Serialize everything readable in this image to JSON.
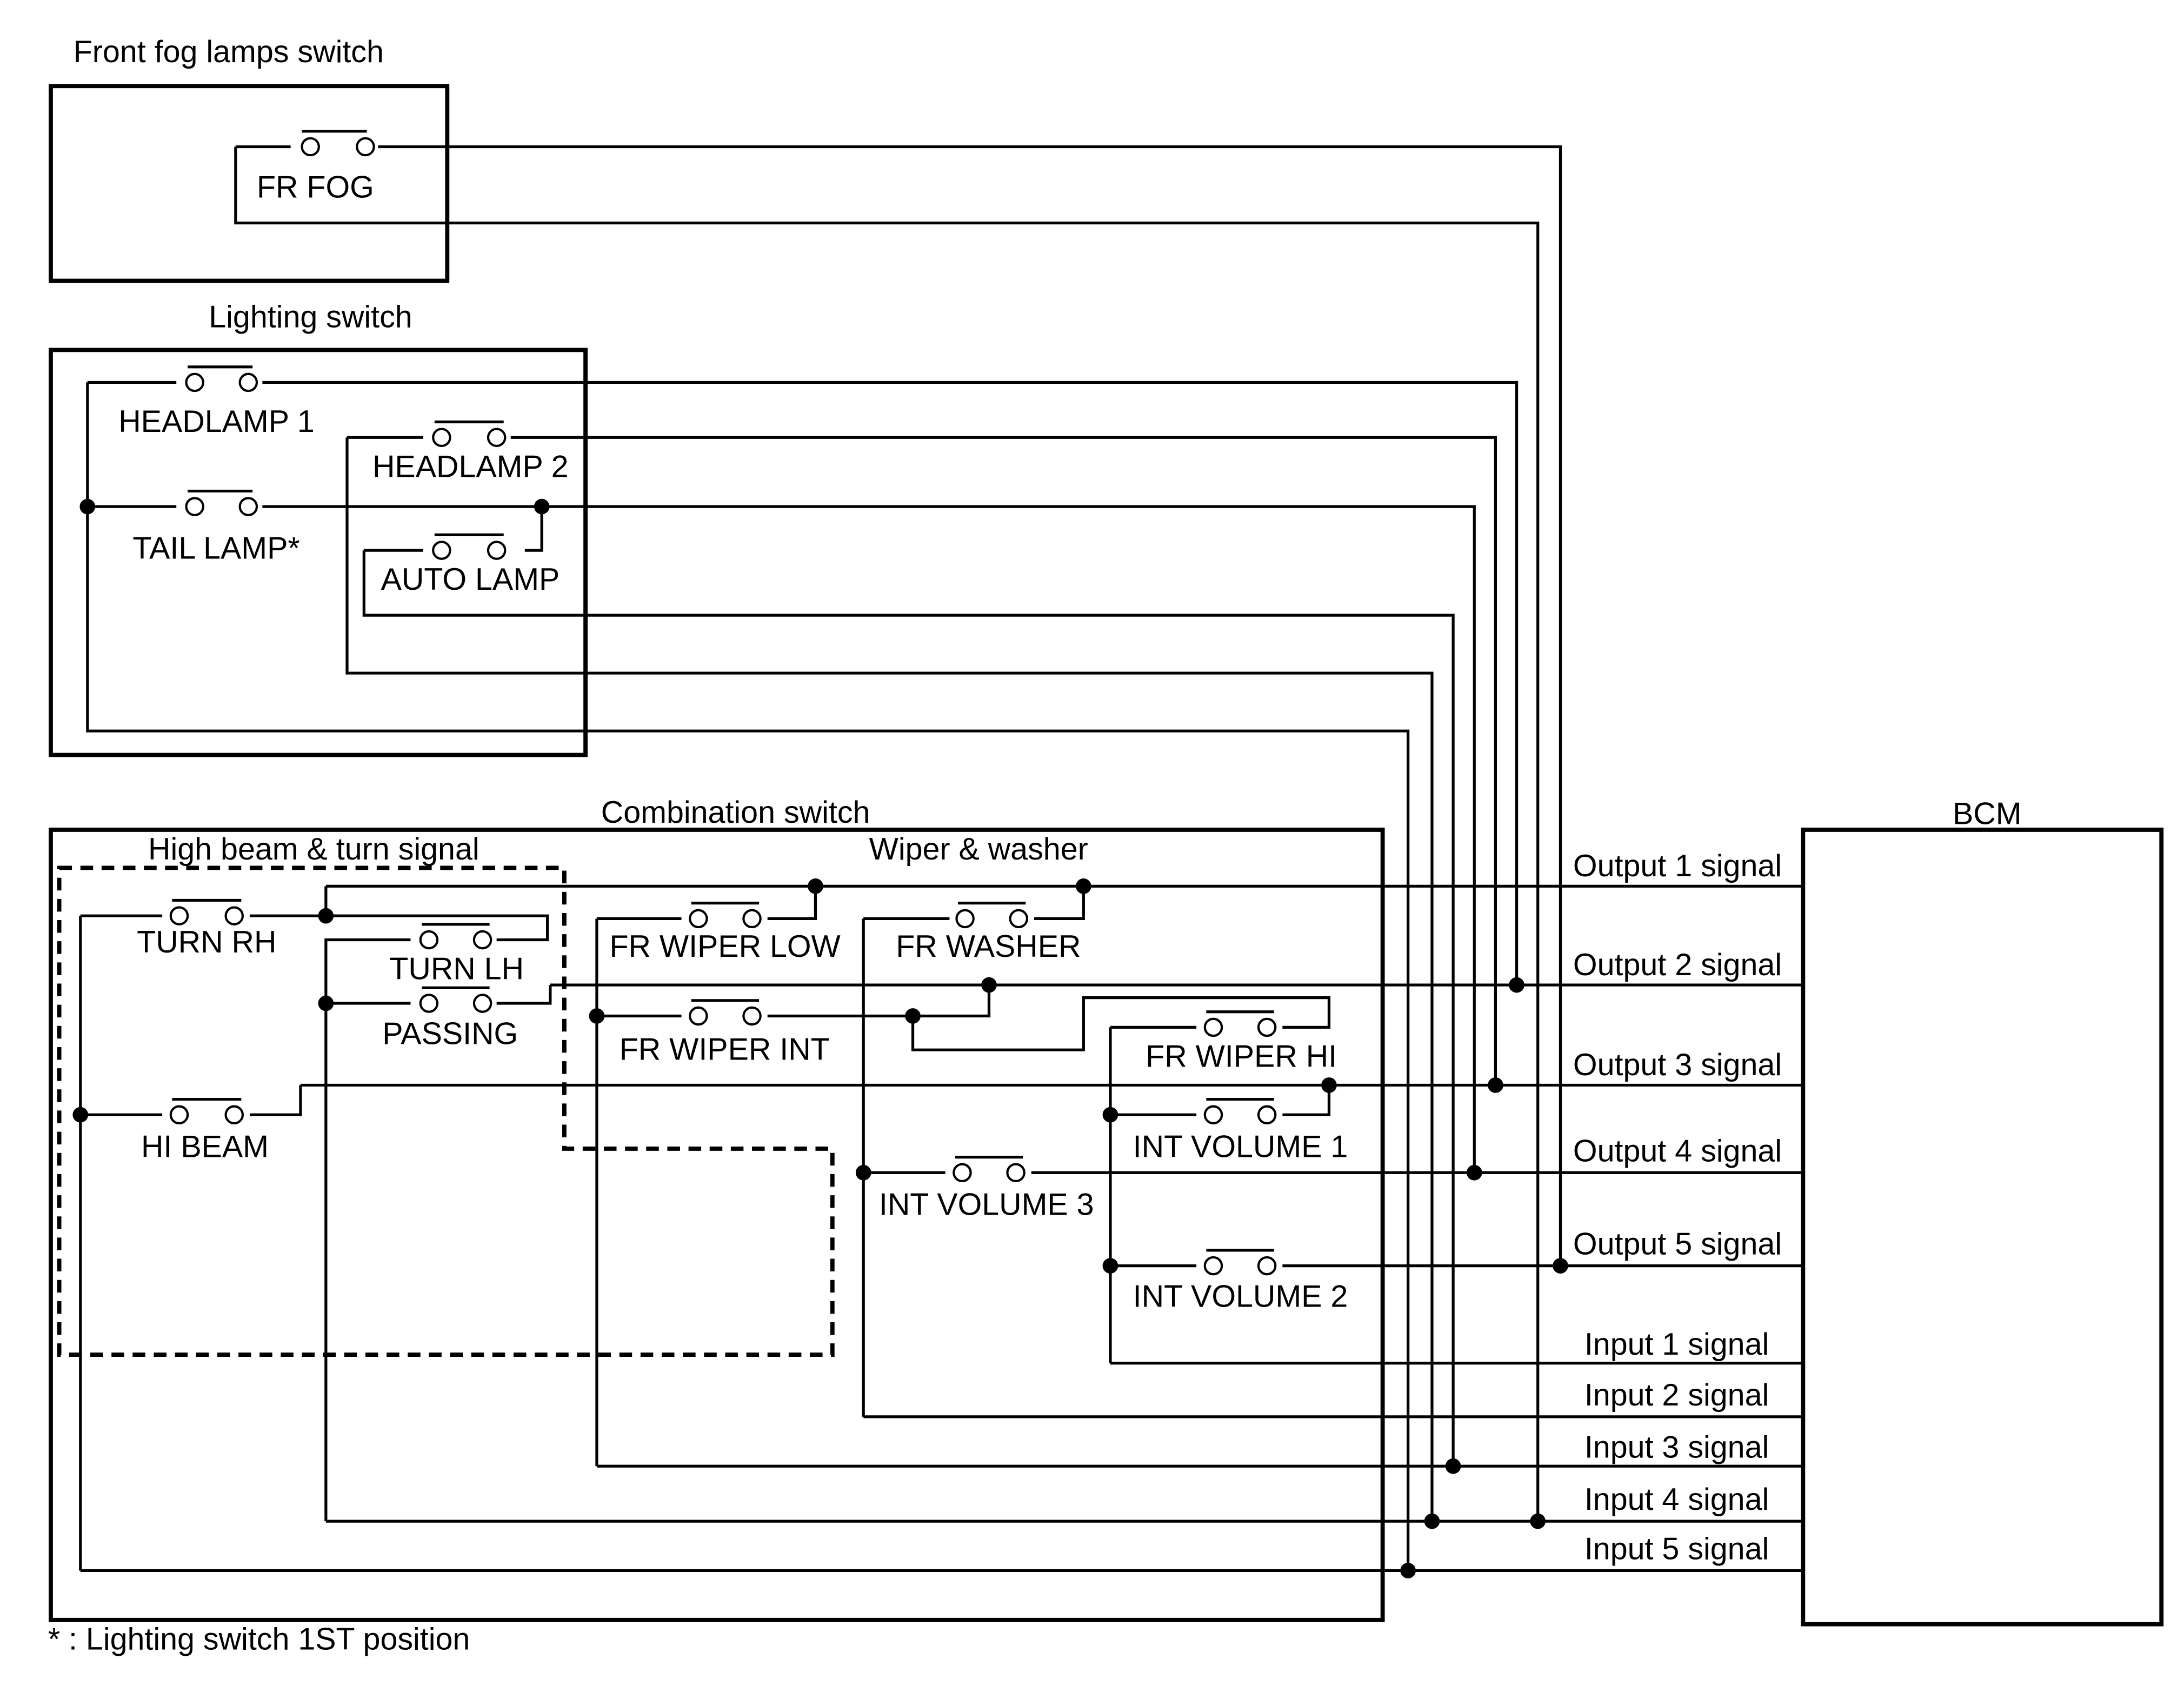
{
  "components": {
    "front_fog_switch": "Front fog lamps switch",
    "lighting_switch": "Lighting switch",
    "combination_switch": "Combination switch",
    "high_beam_turn": "High beam & turn signal",
    "wiper_washer": "Wiper & washer",
    "bcm": "BCM"
  },
  "switches": {
    "fr_fog": "FR FOG",
    "headlamp_1": "HEADLAMP 1",
    "headlamp_2": "HEADLAMP 2",
    "tail_lamp": "TAIL LAMP*",
    "auto_lamp": "AUTO LAMP",
    "turn_rh": "TURN RH",
    "turn_lh": "TURN LH",
    "passing": "PASSING",
    "hi_beam": "HI BEAM",
    "fr_wiper_low": "FR WIPER LOW",
    "fr_washer": "FR WASHER",
    "fr_wiper_int": "FR WIPER INT",
    "fr_wiper_hi": "FR WIPER HI",
    "int_volume_1": "INT VOLUME 1",
    "int_volume_3": "INT VOLUME 3",
    "int_volume_2": "INT VOLUME 2"
  },
  "signals": {
    "output_1": "Output 1 signal",
    "output_2": "Output 2 signal",
    "output_3": "Output 3 signal",
    "output_4": "Output 4 signal",
    "output_5": "Output 5 signal",
    "input_1": "Input 1 signal",
    "input_2": "Input 2 signal",
    "input_3": "Input 3 signal",
    "input_4": "Input 4 signal",
    "input_5": "Input 5 signal"
  },
  "footnote": "* : Lighting switch 1ST position"
}
